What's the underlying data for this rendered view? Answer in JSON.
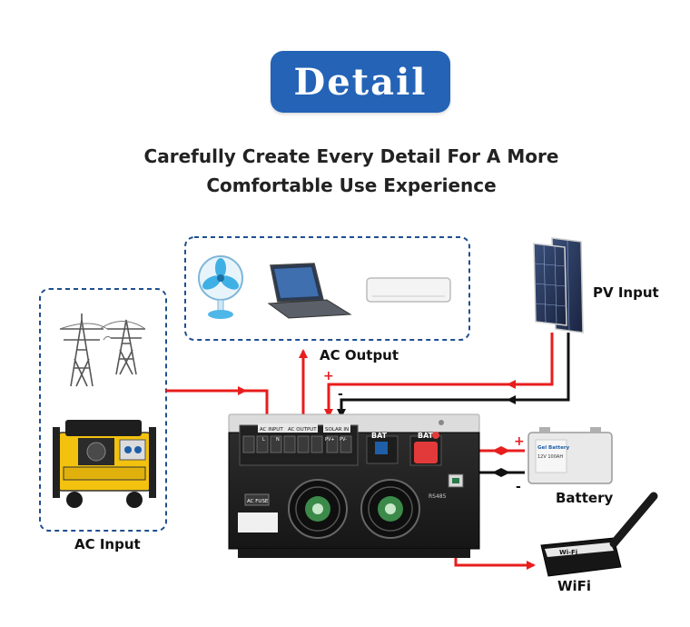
{
  "header": {
    "title": "Detail",
    "subtitle_line1": "Carefully Create Every Detail For A More",
    "subtitle_line2": "Comfortable Use Experience"
  },
  "labels": {
    "ac_input": "AC Input",
    "ac_output": "AC Output",
    "pv_input": "PV Input",
    "battery": "Battery",
    "wifi": "WiFi"
  },
  "polarity": {
    "plus": "+",
    "minus": "-"
  },
  "inverter": {
    "ac_input_port": "AC INPUT",
    "ac_output_port": "AC OUTPUT",
    "solar_in_port": "SOLAR IN",
    "pv_plus": "PV+",
    "pv_minus": "PV-",
    "terminal_l": "L",
    "terminal_n": "N",
    "bat_minus": "BAT",
    "bat_plus": "BAT",
    "ac_fuse": "AC FUSE",
    "rs485": "RS485"
  },
  "battery_device": {
    "brand": "Gel Battery",
    "spec": "12V 100AH"
  },
  "wifi_device": {
    "brand": "Wi-Fi"
  },
  "colors": {
    "badge": "#2463b6",
    "positive_wire": "#e81d1d",
    "negative_wire": "#111111",
    "dashed_box": "#1f4f8f"
  }
}
